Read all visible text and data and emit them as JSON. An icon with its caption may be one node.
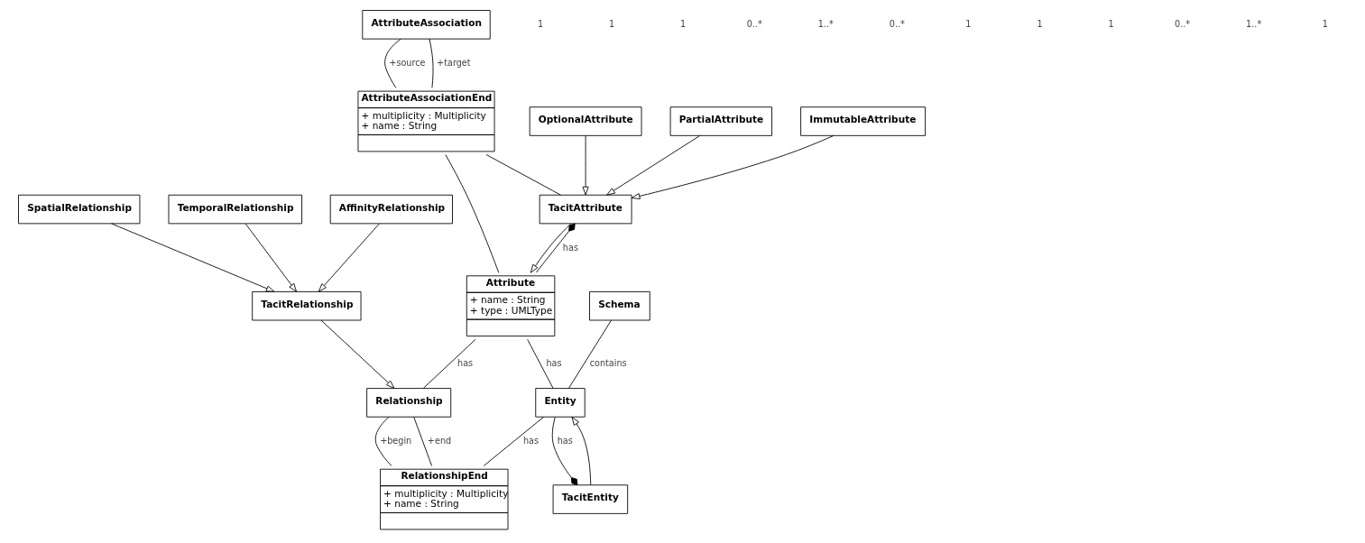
{
  "diagram": {
    "nodes": [
      {
        "text": [
          "AttributeAssociation"
        ]
      },
      {
        "text": [
          "AttributeAssociationEnd",
          "+ multiplicity : Multiplicity",
          "+ name : String"
        ]
      },
      {
        "text": [
          "OptionalAttribute"
        ]
      },
      {
        "text": [
          "PartialAttribute"
        ]
      },
      {
        "text": [
          "ImmutableAttribute"
        ]
      },
      {
        "text": [
          "TacitAttribute"
        ]
      },
      {
        "text": [
          "Attribute",
          "+ name : String",
          "+ type : UMLType"
        ]
      },
      {
        "text": [
          "TacitRelationship"
        ]
      },
      {
        "text": [
          "SpatialRelationship"
        ]
      },
      {
        "text": [
          "TemporalRelationship"
        ]
      },
      {
        "text": [
          "AffinityRelationship"
        ]
      },
      {
        "text": [
          "Relationship"
        ]
      },
      {
        "text": [
          "Schema"
        ]
      },
      {
        "text": [
          "Entity"
        ]
      },
      {
        "text": [
          "RelationshipEnd",
          "+ multiplicity : Multiplicity",
          "+ name : String"
        ]
      },
      {
        "text": [
          "TacitEntity"
        ]
      }
    ],
    "edges": [
      {
        "from": 0,
        "to": 1,
        "arrow": "none",
        "label": "+source"
      },
      {
        "from": 0,
        "to": 1,
        "arrow": "none",
        "label": "+target"
      },
      {
        "from": 1,
        "to": 5,
        "arrow": "none"
      },
      {
        "from": 1,
        "to": 6,
        "arrow": "none"
      },
      {
        "from": 2,
        "to": 5,
        "arrow": "to"
      },
      {
        "from": 3,
        "to": 5,
        "arrow": "to"
      },
      {
        "from": 4,
        "to": 5,
        "arrow": "to"
      },
      {
        "from": 5,
        "to": 6,
        "arrow": "to"
      },
      {
        "from": 6,
        "to": 5,
        "arrow": "other",
        "label": "has"
      },
      {
        "from": 6,
        "to": 11,
        "arrow": "none",
        "label": "has"
      },
      {
        "from": 8,
        "to": 7,
        "arrow": "to"
      },
      {
        "from": 9,
        "to": 7,
        "arrow": "to"
      },
      {
        "from": 10,
        "to": 7,
        "arrow": "to"
      },
      {
        "from": 7,
        "to": 11,
        "arrow": "to"
      },
      {
        "from": 11,
        "to": 14,
        "arrow": "none",
        "label": "+end"
      },
      {
        "from": 11,
        "to": 14,
        "arrow": "none",
        "label": "+begin"
      },
      {
        "from": 6,
        "to": 13,
        "arrow": "none",
        "label": "has"
      },
      {
        "from": 12,
        "to": 13,
        "arrow": "none",
        "label": "contains"
      },
      {
        "from": 13,
        "to": 14,
        "arrow": "none",
        "label": "has"
      },
      {
        "from": 15,
        "to": 13,
        "arrow": "to"
      },
      {
        "from": 13,
        "to": 15,
        "arrow": "other",
        "label": "has"
      }
    ],
    "labels": [
      "1",
      "1",
      "1",
      "0..*",
      "1..*",
      "0..*",
      "1",
      "1",
      "1",
      "0..*",
      "1..*",
      "1"
    ]
  }
}
